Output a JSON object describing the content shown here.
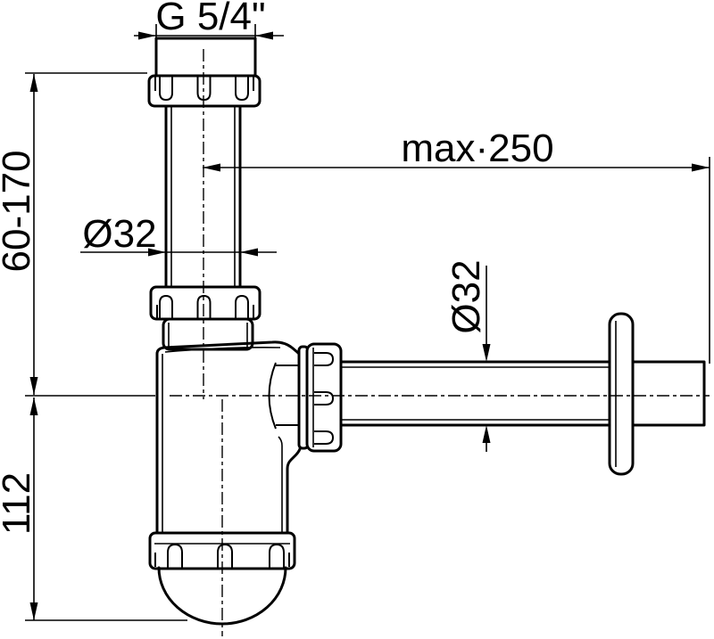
{
  "drawing": {
    "title": "bottle trap technical drawing",
    "colors": {
      "line": "#000000",
      "background": "#ffffff"
    },
    "labels": {
      "thread_size": "G 5/4\"",
      "max_offset": "max·250",
      "inlet_diameter": "Ø32",
      "outlet_diameter": "Ø32",
      "adjustable_height": "60-170",
      "trap_depth": "112"
    }
  }
}
